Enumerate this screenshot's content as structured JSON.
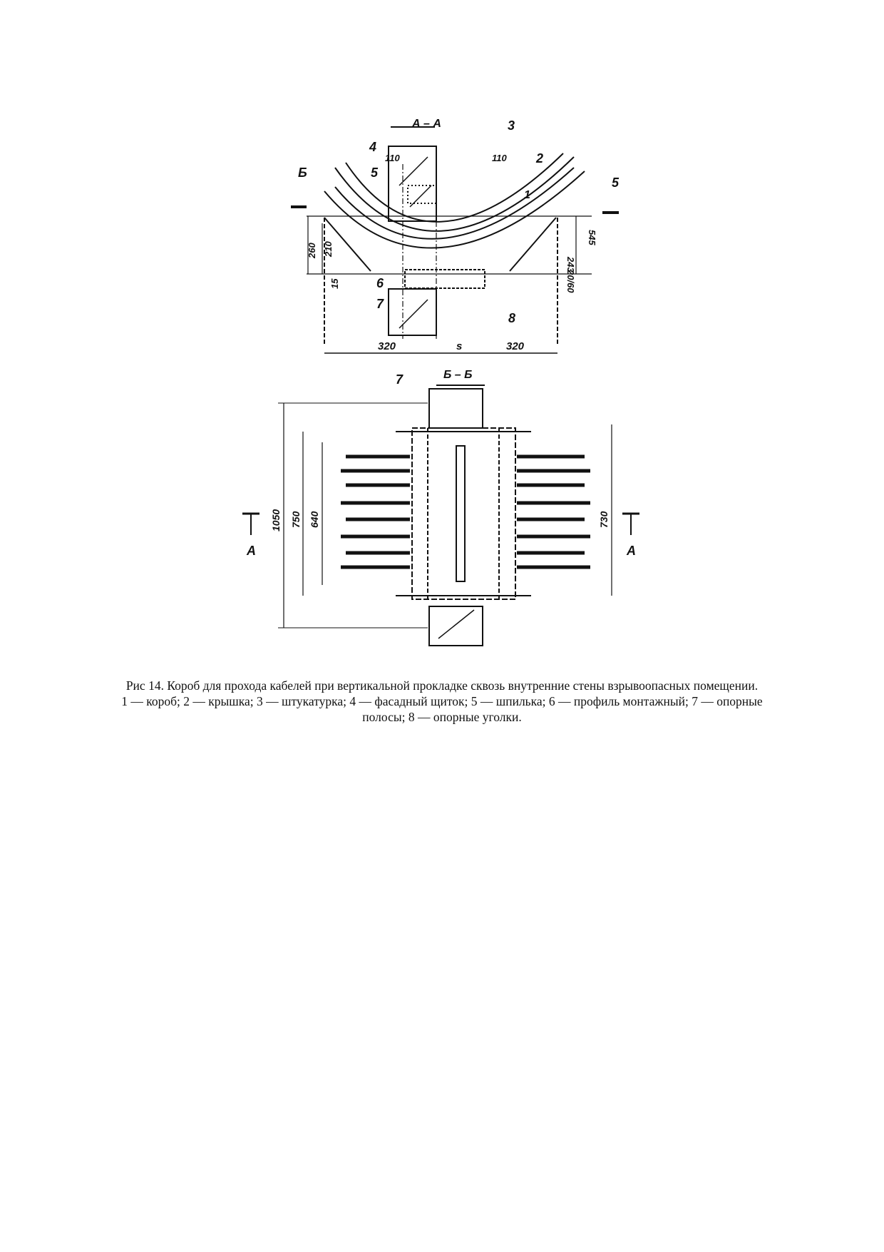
{
  "figure": {
    "section_aa": {
      "title": "А – А",
      "callouts": [
        "1",
        "2",
        "3",
        "4",
        "5",
        "5",
        "6",
        "7",
        "8"
      ],
      "section_marks": [
        "Б",
        "5"
      ],
      "dimensions": [
        "110",
        "110",
        "260",
        "210",
        "15",
        "243",
        "545",
        "20/60",
        "320",
        "s",
        "320"
      ]
    },
    "section_bb": {
      "title": "Б – Б",
      "callouts": [
        "7"
      ],
      "section_marks": [
        "А",
        "А"
      ],
      "dimensions": [
        "1050",
        "750",
        "640",
        "730"
      ]
    }
  },
  "caption": {
    "title_line": "Рис 14. Короб для прохода кабелей при вертикальной прокладке сквозь внутренние стены взрывоопасных помещении.",
    "legend_line": "1 — короб; 2 — крышка; 3 — штукатурка; 4 — фасадный щиток; 5 — шпилька; 6 — профиль монтажный; 7 — опорные полосы; 8 — опорные уголки."
  }
}
